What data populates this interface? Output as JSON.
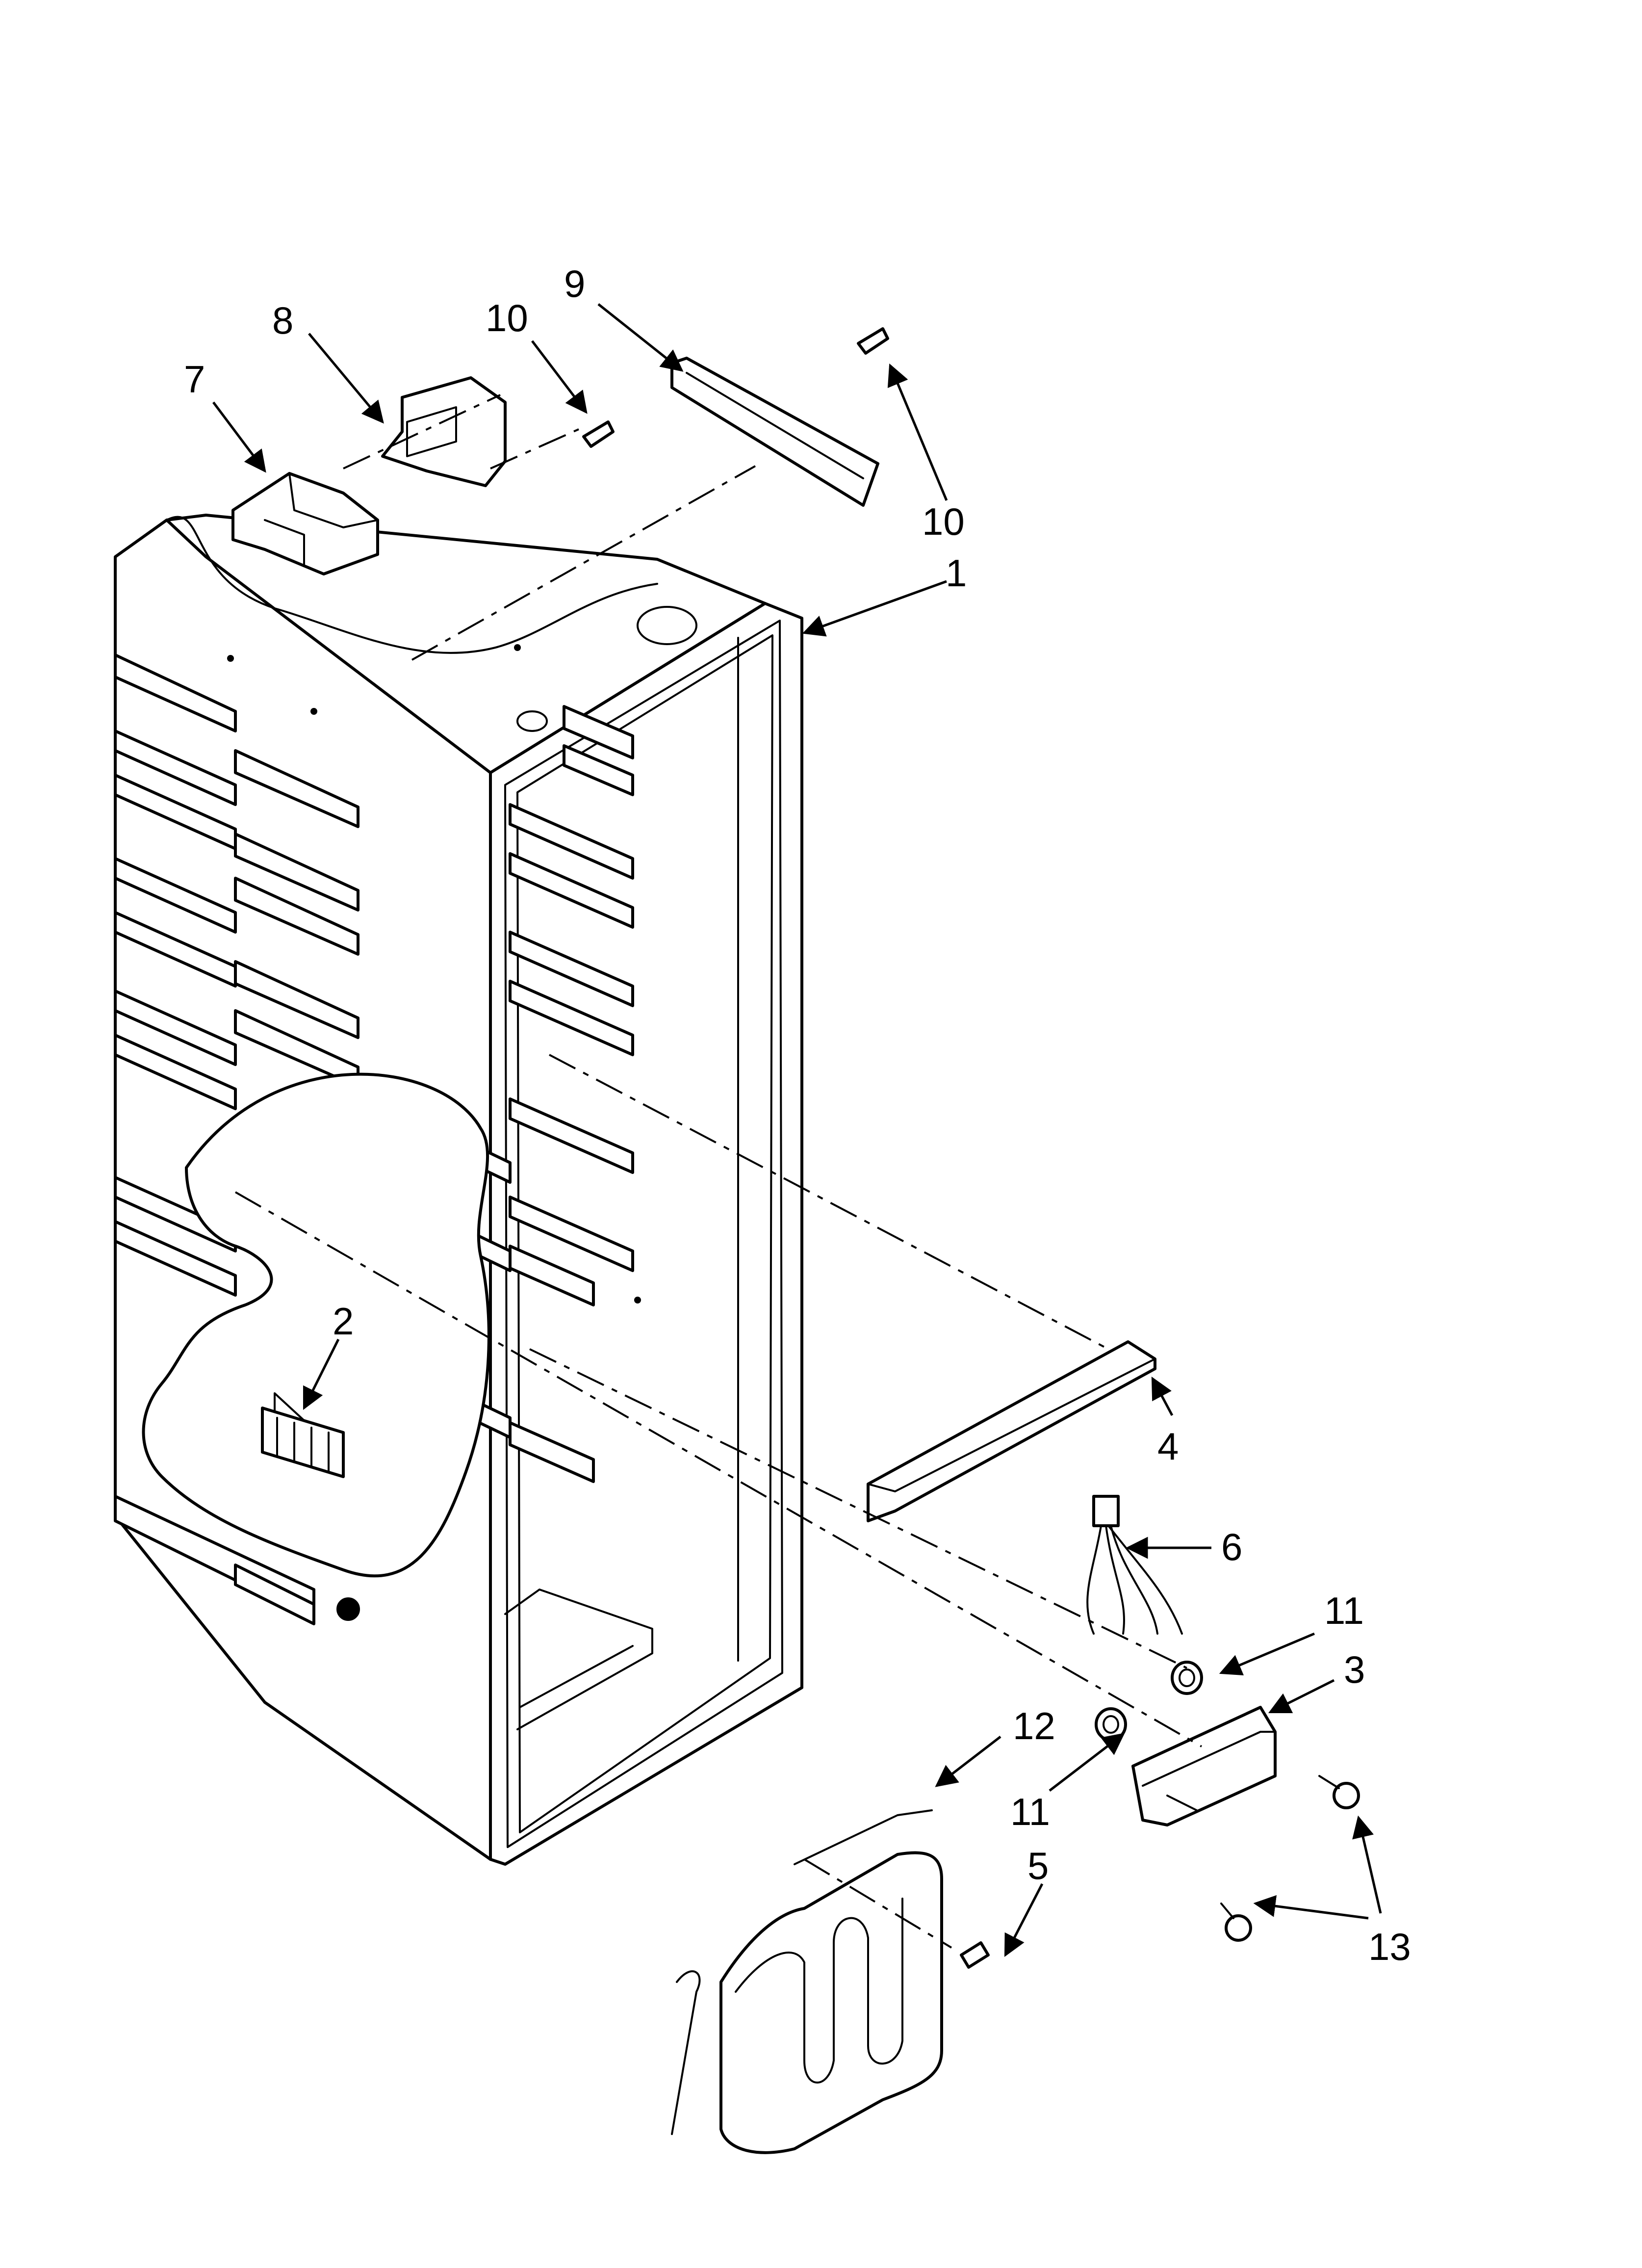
{
  "diagram": {
    "callouts": [
      {
        "id": "c1",
        "text": "1"
      },
      {
        "id": "c2",
        "text": "2"
      },
      {
        "id": "c3",
        "text": "3"
      },
      {
        "id": "c4",
        "text": "4"
      },
      {
        "id": "c5",
        "text": "5"
      },
      {
        "id": "c6",
        "text": "6"
      },
      {
        "id": "c7",
        "text": "7"
      },
      {
        "id": "c8",
        "text": "8"
      },
      {
        "id": "c9",
        "text": "9"
      },
      {
        "id": "c10a",
        "text": "10"
      },
      {
        "id": "c10b",
        "text": "10"
      },
      {
        "id": "c11a",
        "text": "11"
      },
      {
        "id": "c11b",
        "text": "11"
      },
      {
        "id": "c12",
        "text": "12"
      },
      {
        "id": "c13",
        "text": "13"
      }
    ]
  }
}
